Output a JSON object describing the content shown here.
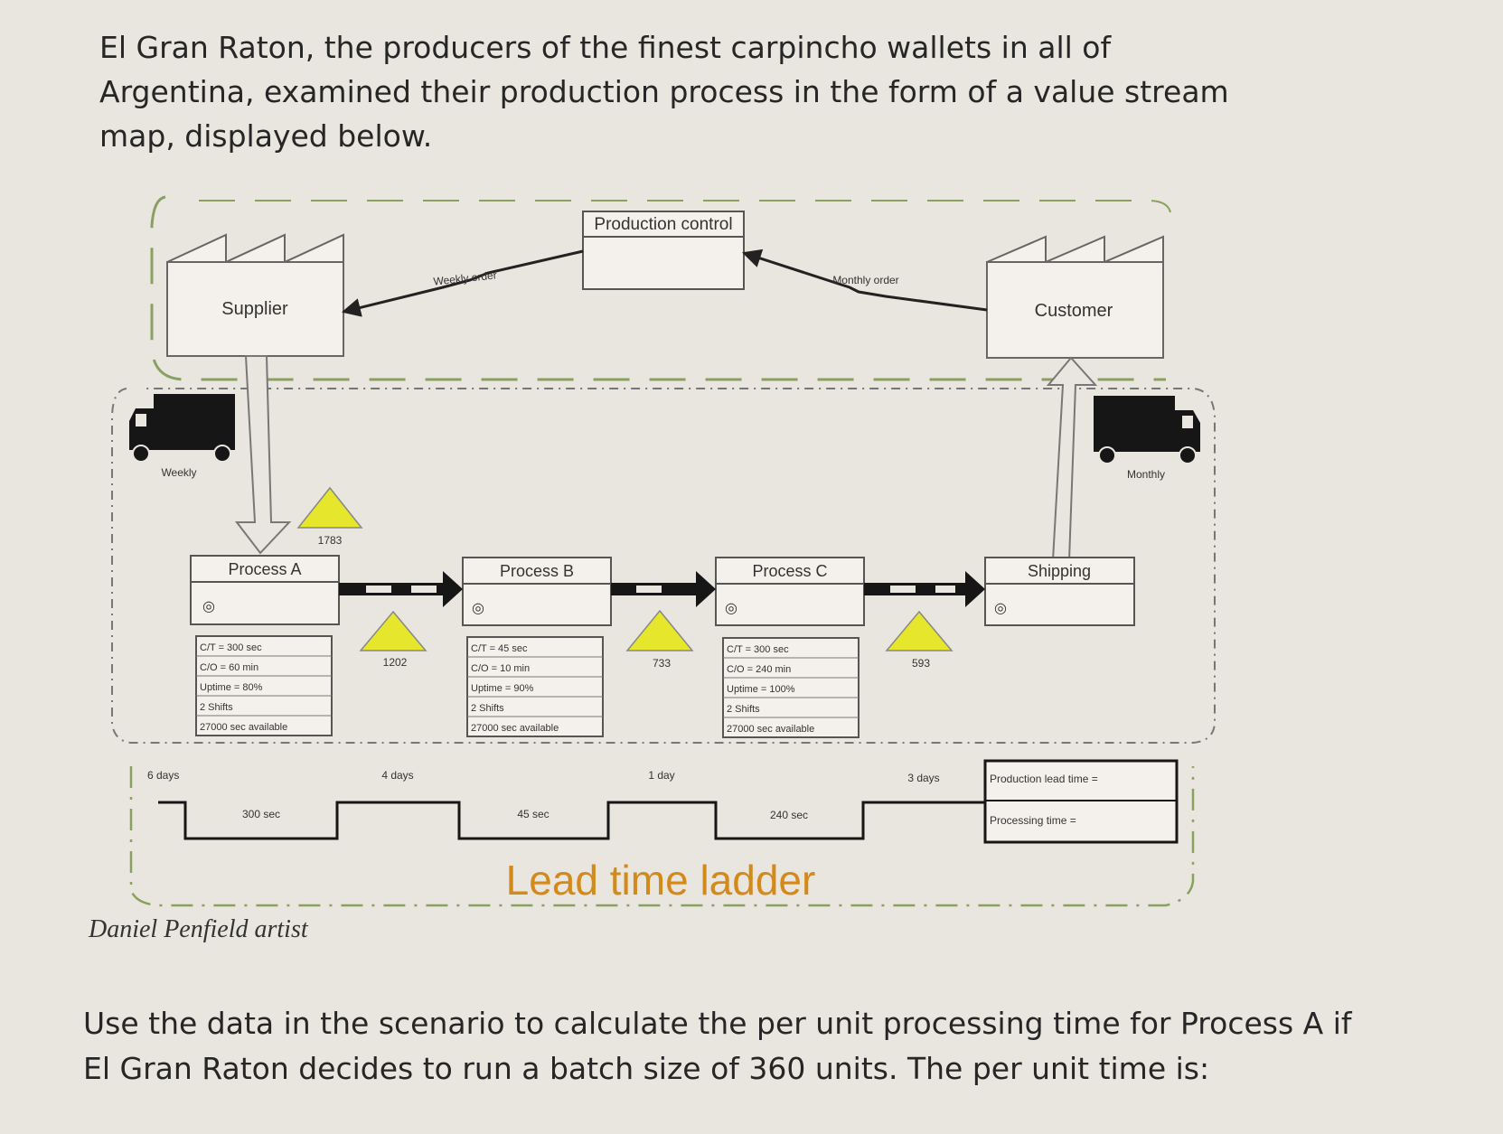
{
  "intro": "El Gran Raton, the producers of the finest carpincho wallets in all of Argentina, examined their production process in the form of a value stream map, displayed below.",
  "question": "Use the data in the scenario to calculate the per unit processing time for Process A if El Gran Raton decides to run a batch size of 360 units. The per unit time is:",
  "credit": "Daniel Penfield artist",
  "vsm": {
    "production_control": "Production control",
    "supplier": "Supplier",
    "customer": "Customer",
    "weekly_order": "Weekly order",
    "monthly_order": "Monthly order",
    "truck_left": "Weekly",
    "truck_right": "Monthly",
    "inventory_supplier": "1783",
    "processes": [
      {
        "name": "Process A",
        "data": [
          "C/T = 300 sec",
          "C/O = 60 min",
          "Uptime = 80%",
          "2 Shifts",
          "27000 sec available"
        ]
      },
      {
        "name": "Process B",
        "data": [
          "C/T = 45 sec",
          "C/O = 10 min",
          "Uptime = 90%",
          "2 Shifts",
          "27000 sec available"
        ]
      },
      {
        "name": "Process C",
        "data": [
          "C/T = 300 sec",
          "C/O = 240 min",
          "Uptime = 100%",
          "2 Shifts",
          "27000 sec available"
        ]
      },
      {
        "name": "Shipping"
      }
    ],
    "inventories": [
      "1202",
      "733",
      "593"
    ],
    "ladder": {
      "waits": [
        "6 days",
        "4 days",
        "1 day",
        "3 days"
      ],
      "processing": [
        "300 sec",
        "45 sec",
        "240 sec"
      ]
    },
    "summary": {
      "lead_time": "Production lead time =",
      "processing_time": "Processing time ="
    },
    "ladder_title": "Lead time ladder"
  },
  "colors": {
    "triangle": "#e6e62c",
    "lead_time_title": "#d48a1a",
    "dash": "#8aa060",
    "truck": "#161616"
  }
}
